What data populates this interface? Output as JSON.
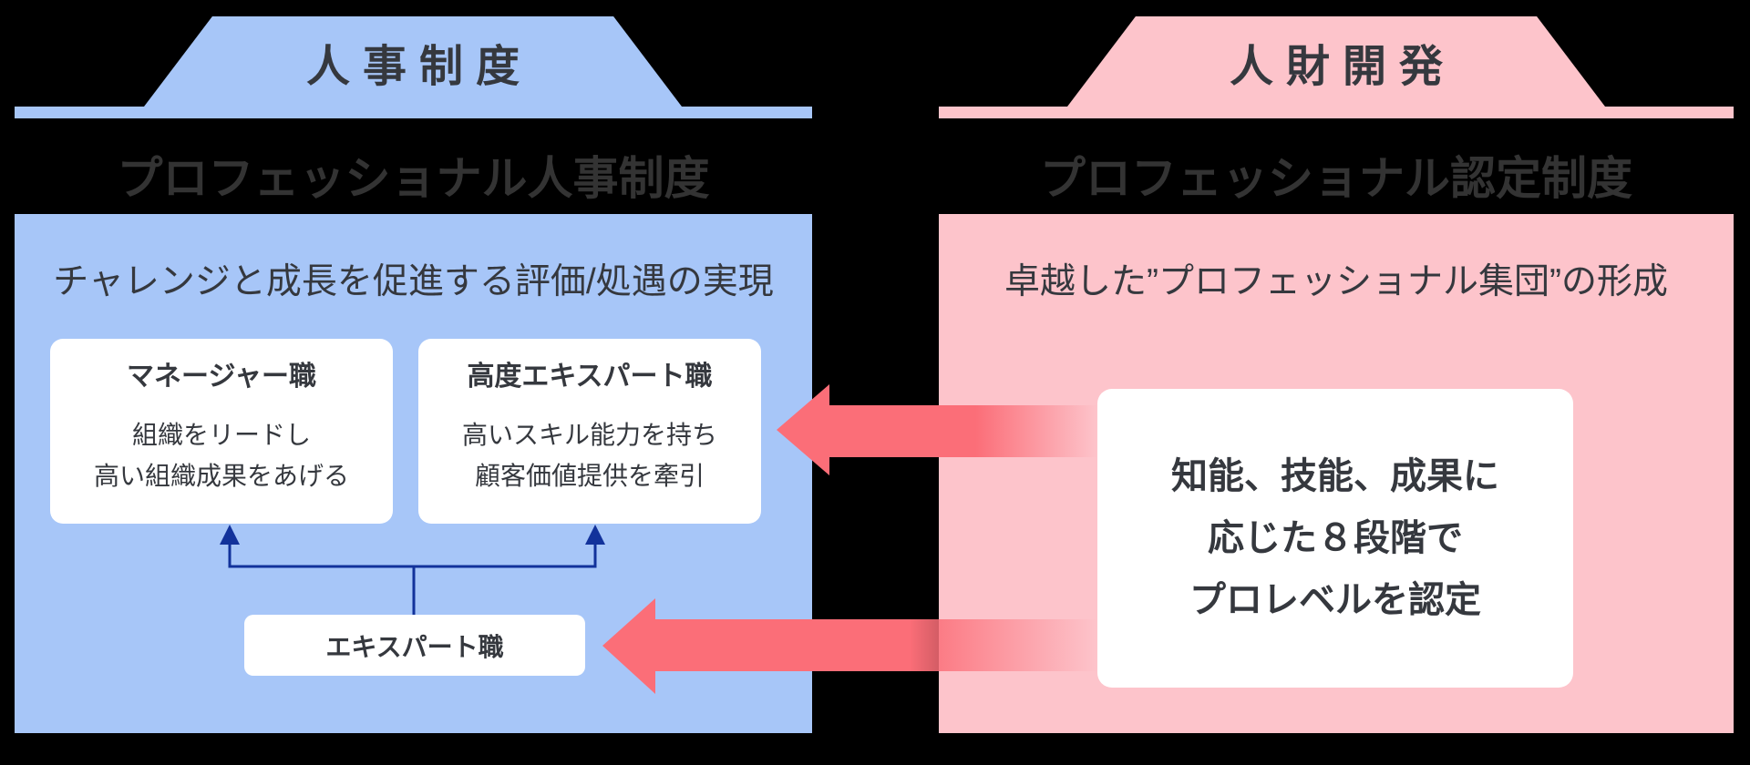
{
  "left": {
    "tab": "人事制度",
    "title": "プロフェッショナル人事制度",
    "heading": "チャレンジと成長を促進する評価/処遇の実現",
    "cards": [
      {
        "title": "マネージャー職",
        "line1": "組織をリードし",
        "line2": "高い組織成果をあげる"
      },
      {
        "title": "高度エキスパート職",
        "line1": "高いスキル能力を持ち",
        "line2": "顧客価値提供を牽引"
      }
    ],
    "expert_card": "エキスパート職"
  },
  "right": {
    "tab": "人財開発",
    "title": "プロフェッショナル認定制度",
    "heading": "卓越した”プロフェッショナル集団”の形成",
    "card": {
      "line1": "知能、技能、成果に",
      "line2": "応じた８段階で",
      "line3": "プロレベルを認定"
    }
  },
  "colors": {
    "blue": "#a7c6f8",
    "pink": "#fdc4cb",
    "salmon": "#fb6e78",
    "navy": "#12329b",
    "panel-text": "#35383e",
    "title-text": "#333333",
    "white": "#ffffff"
  }
}
